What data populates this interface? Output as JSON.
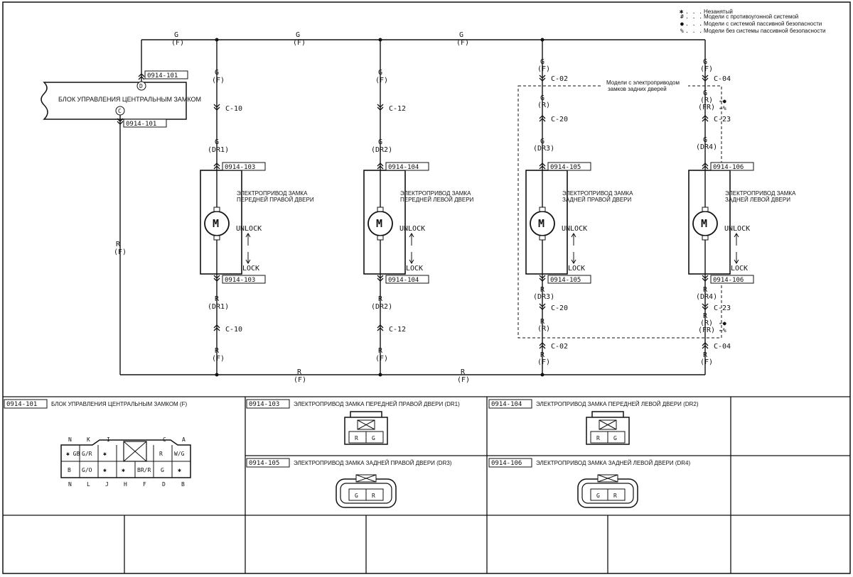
{
  "legend": [
    {
      "symbol": "✱",
      "text": "Незанятый"
    },
    {
      "symbol": "#",
      "text": "Модели с противоугонной системой"
    },
    {
      "symbol": "●",
      "text": "Модели с системой пассивной безопасности"
    },
    {
      "symbol": "%",
      "text": "Модели без системы пассивной безопасности"
    }
  ],
  "top_bus": {
    "wire": "G",
    "sub": "(F)"
  },
  "bottom_bus": {
    "wire": "R",
    "sub": "(F)"
  },
  "control_unit": {
    "title": "БЛОК УПРАВЛЕНИЯ ЦЕНТРАЛЬНЫМ ЗАМКОМ",
    "pin_top": "D",
    "pin_bottom": "C",
    "conn_top": "0914-101",
    "conn_bottom": "0914-101",
    "left_wire": "R",
    "left_wire_sub": "(F)"
  },
  "rear_box_label": [
    "Модели с электроприводом",
    "замков задних дверей"
  ],
  "unlock": "UNLOCK",
  "lock": "LOCK",
  "motor": "M",
  "actuators": [
    {
      "conn": "0914-103",
      "title1": "ЭЛЕКТРОПРИВОД ЗАМКА",
      "title2": "ПЕРЕДНЕЙ ПРАВОЙ ДВЕРИ",
      "top": [
        "G",
        "(F)",
        "C-10",
        "G",
        "(DR1)"
      ],
      "bottom": [
        "R",
        "(DR1)",
        "C-10",
        "R",
        "(F)"
      ]
    },
    {
      "conn": "0914-104",
      "title1": "ЭЛЕКТРОПРИВОД ЗАМКА",
      "title2": "ПЕРЕДНЕЙ ЛЕВОЙ ДВЕРИ",
      "top": [
        "G",
        "(F)",
        "C-12",
        "G",
        "(DR2)"
      ],
      "bottom": [
        "R",
        "(DR2)",
        "C-12",
        "R",
        "(F)"
      ]
    },
    {
      "conn": "0914-105",
      "title1": "ЭЛЕКТРОПРИВОД ЗАМКА",
      "title2": "ЗАДНЕЙ ПРАВОЙ ДВЕРИ",
      "top": [
        "G",
        "(F)",
        "C-02",
        "G",
        "(R)",
        "C-20",
        "G",
        "(DR3)"
      ],
      "bottom": [
        "R",
        "(DR3)",
        "C-20",
        "R",
        "(R)",
        "C-02",
        "R",
        "(F)"
      ]
    },
    {
      "conn": "0914-106",
      "title1": "ЭЛЕКТРОПРИВОД ЗАМКА",
      "title2": "ЗАДНЕЙ ЛЕВОЙ ДВЕРИ",
      "top": [
        "G",
        "(F)",
        "C-04",
        "G",
        "(R)",
        "(FR)",
        "C-23",
        "G",
        "(DR4)"
      ],
      "bottom": [
        "R",
        "(DR4)",
        "C-23",
        "R",
        "(R)",
        "(FR)",
        "C-04",
        "R",
        "(F)"
      ],
      "marks": [
        "←●",
        "←%"
      ]
    }
  ],
  "panels": {
    "p101": {
      "id": "0914-101",
      "title": "БЛОК УПРАВЛЕНИЯ ЦЕНТРАЛЬНЫМ ЗАМКОМ (F)",
      "top_pins": [
        "N",
        "K",
        "I",
        "C",
        "A"
      ],
      "bottom_pins": [
        "N",
        "L",
        "J",
        "H",
        "F",
        "D",
        "B"
      ],
      "row1": [
        "✱ GB",
        "G/R",
        "✱",
        "",
        "R",
        "W/G"
      ],
      "row2": [
        "B",
        "G/O",
        "✱",
        "✱",
        "BR/R",
        "G",
        "✱"
      ]
    },
    "p103": {
      "id": "0914-103",
      "title": "ЭЛЕКТРОПРИВОД ЗАМКА ПЕРЕДНЕЙ ПРАВОЙ ДВЕРИ (DR1)",
      "pins": [
        "R",
        "G"
      ]
    },
    "p104": {
      "id": "0914-104",
      "title": "ЭЛЕКТРОПРИВОД ЗАМКА ПЕРЕДНЕЙ ЛЕВОЙ ДВЕРИ (DR2)",
      "pins": [
        "R",
        "G"
      ]
    },
    "p105": {
      "id": "0914-105",
      "title": "ЭЛЕКТРОПРИВОД ЗАМКА ЗАДНЕЙ ПРАВОЙ ДВЕРИ (DR3)",
      "pins": [
        "G",
        "R"
      ]
    },
    "p106": {
      "id": "0914-106",
      "title": "ЭЛЕКТРОПРИВОД ЗАМКА ЗАДНЕЙ ЛЕВОЙ ДВЕРИ (DR4)",
      "pins": [
        "G",
        "R"
      ]
    }
  }
}
